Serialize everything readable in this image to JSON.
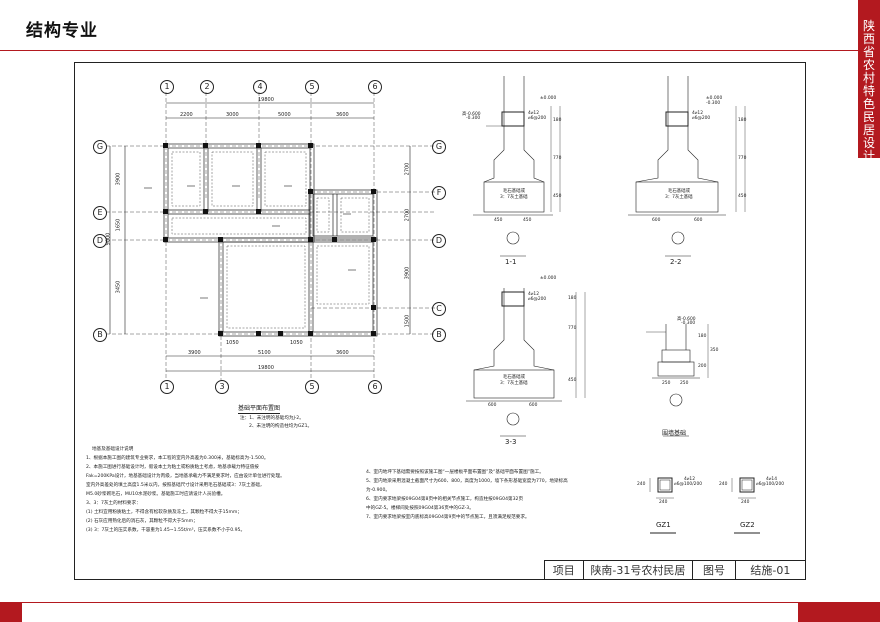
{
  "header": {
    "title": "结构专业"
  },
  "side_band": {
    "text": "陕西省农村特色民居设计图集"
  },
  "plan": {
    "title": "基础平面布置图",
    "notes": [
      "注：1、未注明的基础均为J-2。",
      "2、未注明的构造柱均为GZ1。"
    ],
    "top_axes": [
      "1",
      "2",
      "4",
      "5",
      "6"
    ],
    "bottom_axes": [
      "1",
      "3",
      "5",
      "6"
    ],
    "left_axes": [
      "G",
      "E",
      "D",
      "B"
    ],
    "right_axes": [
      "G",
      "F",
      "D",
      "C",
      "B"
    ],
    "top_total": "19800",
    "top_dims": [
      "2200",
      "3000",
      "5000",
      "3600"
    ],
    "bottom_total": "19800",
    "bottom_dims": [
      "3900",
      "5100",
      "3600"
    ],
    "bottom_small_dims": [
      "1050",
      "1050"
    ],
    "left_dims": [
      "3900",
      "1650",
      "3450"
    ],
    "left_total": "9000",
    "right_dims": [
      "2700",
      "2700",
      "3900",
      "1500"
    ]
  },
  "sections": {
    "s11": {
      "label": "1-1",
      "base": [
        "毛石基础或",
        "3：7灰土基础"
      ],
      "widths": [
        "450",
        "450"
      ],
      "rebar": [
        "4⌀12",
        "⌀6@200"
      ],
      "level_top": "±0.000",
      "level_left": [
        "高-0.600",
        "-0.300"
      ],
      "heights": [
        "180",
        "770",
        "450"
      ]
    },
    "s22": {
      "label": "2-2",
      "base": [
        "毛石基础或",
        "3：7灰土基础"
      ],
      "widths": [
        "600",
        "600"
      ],
      "rebar": [
        "4⌀12",
        "⌀6@200"
      ],
      "level_top": "±0.000",
      "level_sub": "-0.300",
      "heights": [
        "180",
        "770",
        "450"
      ]
    },
    "s33": {
      "label": "3-3",
      "base": [
        "毛石基础或",
        "3：7灰土基础"
      ],
      "widths": [
        "600",
        "600"
      ],
      "rebar": [
        "4⌀12",
        "⌀6@200"
      ],
      "level_top": "±0.000",
      "heights": [
        "180",
        "770",
        "450"
      ]
    },
    "fence": {
      "label": "围墙基础",
      "widths": [
        "250",
        "250"
      ],
      "level_left": [
        "高-0.600",
        "-0.300"
      ],
      "heights": [
        "180",
        "350",
        "200"
      ]
    },
    "gz1": {
      "label": "GZ1",
      "dims": [
        "240",
        "240"
      ],
      "rebar": [
        "4⌀12",
        "⌀6@100/200"
      ]
    },
    "gz2": {
      "label": "GZ2",
      "dims": [
        "240",
        "240"
      ],
      "rebar": [
        "4⌀14",
        "⌀6@100/200"
      ]
    }
  },
  "notes": {
    "title": "地基及基础设计说明",
    "left": [
      "1、根据本施工图的建筑专业要求，本工程的室内外高差为0.300米，基础标高为-1.500。",
      "2、本施工图进行基础设计时，假设本土为粘土或粉质粘土考虑，地基承载力特征值按",
      "   Fak=200KPa设计，地基基础设计为丙级，当地基承载力不满足要求时，应由设计单位进行处理。",
      "   室内外高差处的填土高度1.5米以内，按照基础尺寸设计采用毛石基础或3：7灰土基础，",
      "   M5.0砂浆砌毛石，MU10水泥砂浆。基础施工时应请设计人员验槽。",
      "3、3：7灰土的材料要求：",
      "   (1) 土料宜用粉质粘土，不得含有松软杂质及冻土，其颗粒不得大于15mm；",
      "   (2) 石灰应用熟化后的消石灰，其颗粒不得大于5mm；",
      "   (3) 3：7灰土的压实系数，干容重为1.45~1.55t/m³，压实系数不小于0.95。"
    ],
    "right": [
      "4、室内地坪下基础需要按照该施工图“一层楼板平面布置图”及“基础平面布置图”施工。",
      "5、室内地梁采用混凝土截面尺寸为600、800，高度为1000，墙下条形基础宽度为770，地梁标高",
      "   为-0.900。",
      "6、室内要求地梁按09G04第8页中的相关节点施工，构造柱按09G04第32页",
      "   中的GZ-5。楼梯间处按照09G04第36页中的GZ-3。",
      "7、室内要求地梁按室内底标高09G04第9页中的节点施工，且须满足规范要求。"
    ]
  },
  "title_block": {
    "project_label": "项目",
    "project_name": "陕南-31号农村民居",
    "drawing_label": "图号",
    "drawing_no": "结施-01"
  },
  "colors": {
    "accent": "#b3191f",
    "line": "#222222"
  }
}
